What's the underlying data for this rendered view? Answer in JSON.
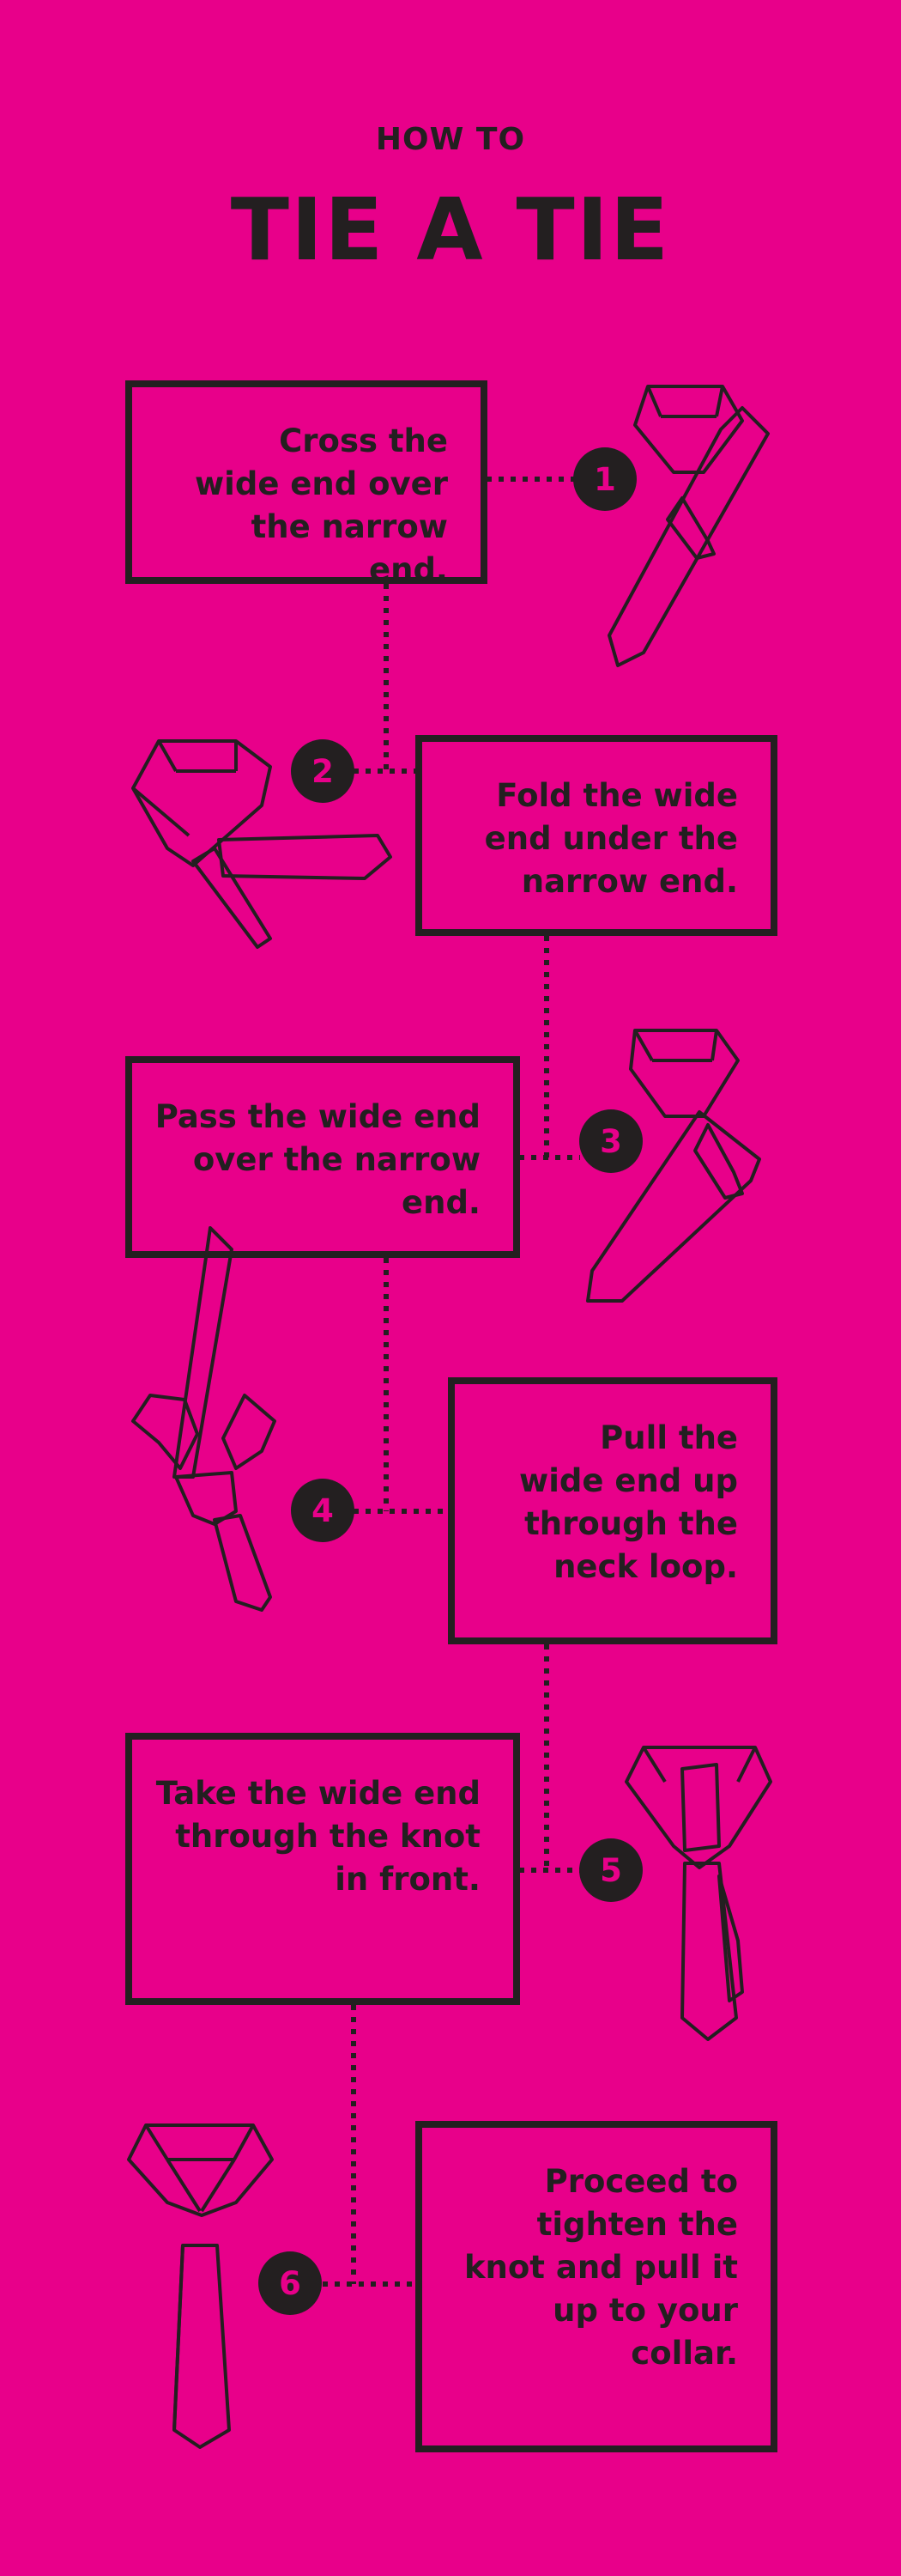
{
  "header": {
    "subtitle": "HOW TO",
    "title": "TIE A TIE"
  },
  "colors": {
    "background": "#e8008a",
    "ink": "#231f20"
  },
  "steps": [
    {
      "number": "1",
      "text": "Cross the wide end over the narrow end.",
      "icon": "tie-crossed-icon"
    },
    {
      "number": "2",
      "text": "Fold the wide end under the narrow end.",
      "icon": "tie-folded-icon"
    },
    {
      "number": "3",
      "text": "Pass the wide end over the narrow end.",
      "icon": "tie-passed-over-icon"
    },
    {
      "number": "4",
      "text": "Pull the wide end up through the neck loop.",
      "icon": "tie-pulled-up-icon"
    },
    {
      "number": "5",
      "text": "Take the wide end through the knot in front.",
      "icon": "tie-through-knot-icon"
    },
    {
      "number": "6",
      "text": "Proceed to tighten the knot and pull it up to your collar.",
      "icon": "tie-finished-icon"
    }
  ]
}
